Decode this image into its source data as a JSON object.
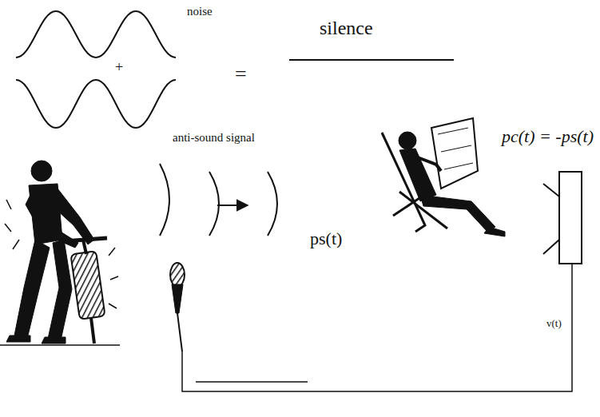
{
  "diagram": {
    "labels": [
      "noise",
      "+",
      "=",
      "silence",
      "anti-sound signal",
      "pc(t) = -ps(t)",
      "ps(t)",
      "v(t)"
    ]
  }
}
